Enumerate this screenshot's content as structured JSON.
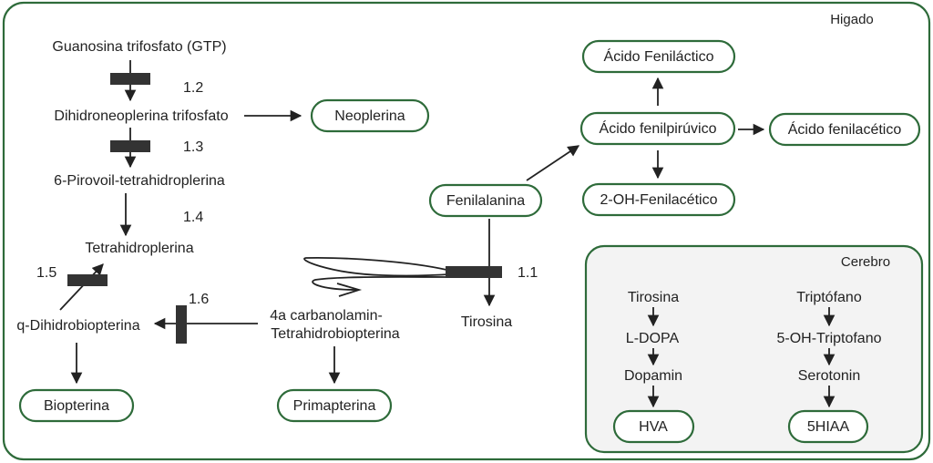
{
  "regions": {
    "liver": "Higado",
    "brain": "Cerebro"
  },
  "nodes": {
    "gtp": "Guanosina trifosfato (GTP)",
    "dnp_tri": "Dihidroneoplerina trifosfato",
    "neoplerina": "Neoplerina",
    "pirovoil": "6-Pirovoil-tetrahidroplerina",
    "tetrahidroplerina": "Tetrahidroplerina",
    "q_dihidro": "q-Dihidrobiopterina",
    "biopterina": "Biopterina",
    "carbinolamin_1": "4a carbanolamin-",
    "carbinolamin_2": "Tetrahidrobiopterina",
    "primapterina": "Primapterina",
    "fenilalanina": "Fenilalanina",
    "tirosina": "Tirosina",
    "acido_fenilpiruvico": "Ácido fenilpirúvico",
    "acido_fenilactico": "Ácido Feniláctico",
    "acido_fenilacetico": "Ácido fenilacético",
    "oh_fenilacetico": "2-OH-Fenilacético",
    "br_tirosina": "Tirosina",
    "br_ldopa": "L-DOPA",
    "br_dopamin": "Dopamin",
    "br_hva": "HVA",
    "br_triptofano": "Triptófano",
    "br_oh_triptofano": "5-OH-Triptofano",
    "br_serotonin": "Serotonin",
    "br_5hiaa": "5HIAA"
  },
  "steps": {
    "s1_1": "1.1",
    "s1_2": "1.2",
    "s1_3": "1.3",
    "s1_4": "1.4",
    "s1_5": "1.5",
    "s1_6": "1.6"
  },
  "colors": {
    "border": "#2e6b3a",
    "text": "#222222",
    "block": "#333333",
    "brain_fill": "#f3f3f3"
  }
}
